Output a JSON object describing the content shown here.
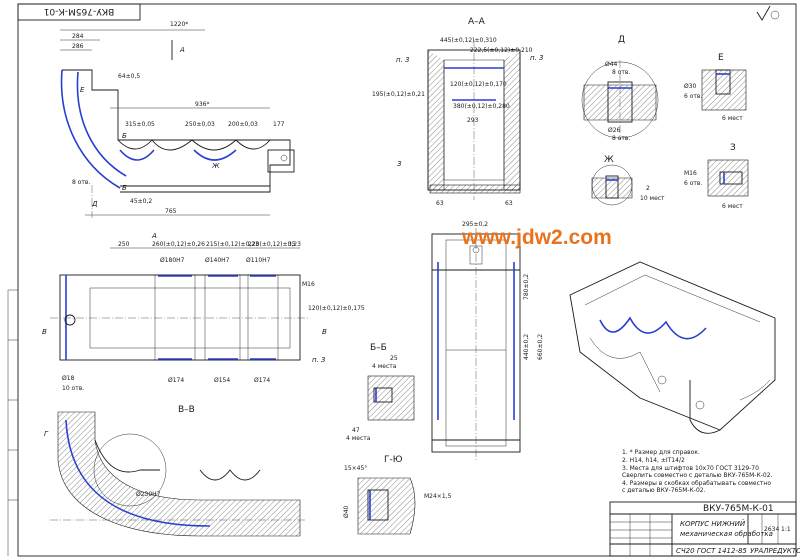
{
  "drawing": {
    "number_stamp_top": "ВКУ-765М-К-01",
    "watermark": "www.jdw2.com"
  },
  "section_labels": {
    "a_marker_top": "А",
    "a_marker_bottom": "А",
    "aa": "А–А",
    "d": "Д",
    "e": "Е",
    "z": "З",
    "zh": "Ж",
    "bb": "Б–Б",
    "vv": "В–В",
    "gyu": "Г-Ю",
    "b_marker": "Б",
    "v_marker_left": "В",
    "v_marker_right": "В",
    "g_marker": "Г",
    "e_marker": "Е",
    "d_marker": "Д",
    "zh_marker": "Ж",
    "z_marker": "З",
    "p3_left": "п. 3",
    "p3_right": "п. 3",
    "p3_plan": "п. 3"
  },
  "dimensions": {
    "top_width": "1220*",
    "d_284": "284",
    "d_286": "286",
    "d_64": "64±0,5",
    "d_936": "936*",
    "d_315": "315±0,05",
    "d_250": "250±0,03",
    "d_200": "200±0,03",
    "d_177": "177",
    "d_765": "765",
    "d_45": "45±0,2",
    "d_8otv": "8 отв.",
    "aa_445": "445(±0,12)±0,310",
    "aa_2225": "222,5(±0,12)±0,210",
    "aa_120": "120(±0,12)±0,170",
    "aa_380": "380(±0,12)±0,280",
    "aa_293": "293",
    "aa_195": "195(±0,12)±0,21",
    "aa_63l": "63",
    "aa_63r": "63",
    "plan_250": "250",
    "plan_260": "260(±0,12)±0,26",
    "plan_215": "215(±0,12)±0,23",
    "plan_220": "220(±0,12)±0,23",
    "plan_35": "35",
    "plan_bore1": "Ø180Н7",
    "plan_bore2": "Ø140Н7",
    "plan_bore3": "Ø110Н7",
    "plan_174a": "Ø174",
    "plan_154": "Ø154",
    "plan_174b": "Ø174",
    "plan_m16": "М16",
    "plan_120": "120(±0,12)±0,175",
    "plan_holes": "Ø18",
    "plan_10otv": "10 отв.",
    "side_295": "295±0,2",
    "side_780": "780±0,2",
    "side_440": "440±0,2",
    "side_660": "660±0,2",
    "bb_25": "25",
    "bb_4mesta": "4 места",
    "bb_47": "47",
    "bb_4mesta2": "4 места",
    "vv_230": "Ø230Н7",
    "gyu_15": "15×45°",
    "gyu_m24": "М24×1,5",
    "gyu_40": "Ø40",
    "d_44": "Ø44",
    "d_8otv_d": "8 отв.",
    "d_26": "Ø26",
    "d_8otv_d2": "8 отв.",
    "e_30": "Ø30",
    "e_6otv": "6 отв.",
    "e_6mest": "6 мест",
    "z_m16": "М16",
    "z_6otv": "6 отв.",
    "z_6mest": "6 мест",
    "zh_2": "2",
    "zh_10": "10 мест"
  },
  "notes": [
    "1. * Размер для справок.",
    "2. Н14, h14, ±IT14/2",
    "3. Места для штифтов 10х70 ГОСТ 3129-70",
    "   Сверлить совместно с деталью ВКУ-765М-К-02.",
    "4. Размеры в скобках обрабатывать совместно",
    "   с деталью ВКУ-765М-К-02."
  ],
  "title_block": {
    "designation": "ВКУ-765М-К-01",
    "name_line1": "КОРПУС НИЖНИЙ",
    "name_line2": "механическая обработка",
    "material": "СЧ20  ГОСТ 1412-85",
    "organization": "УРАЛРЕДУКТОР",
    "mass": "2634",
    "scale": "1:1"
  },
  "colors": {
    "line": "#1a1a1a",
    "highlight": "#2a3fd0",
    "watermark": "#e8731e",
    "background": "#ffffff"
  }
}
